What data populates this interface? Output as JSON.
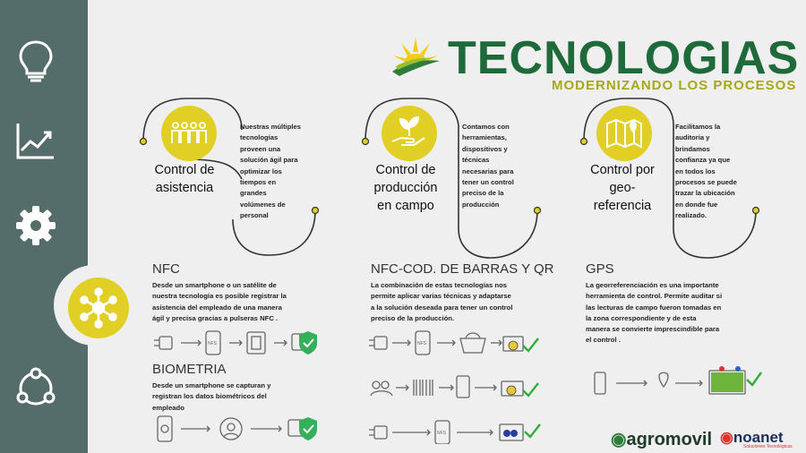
{
  "header": {
    "title": "TECNOLOGIAS",
    "subtitle": "MODERNIZANDO LOS PROCESOS"
  },
  "sidebar": {
    "items": [
      {
        "icon": "lightbulb-icon"
      },
      {
        "icon": "line-chart-icon"
      },
      {
        "icon": "gear-icon"
      },
      {
        "icon": "network-hub-icon",
        "active": true
      },
      {
        "icon": "share-cycle-icon"
      }
    ]
  },
  "cards": [
    {
      "title_line1": "Control de",
      "title_line2": "asistencia",
      "title_line3": "",
      "text": [
        "Nuestras múltiples",
        "tecnologías",
        "proveen una",
        "solución ágil para",
        "optimizar los",
        "tiempos en",
        "grandes",
        "volúmenes de",
        "personal"
      ]
    },
    {
      "title_line1": "Control de",
      "title_line2": "producción",
      "title_line3": "en campo",
      "text": [
        "Contamos con",
        "herramientas,",
        "dispositivos y",
        "técnicas",
        "necesarias para",
        "tener un control",
        "preciso de la",
        "producción"
      ]
    },
    {
      "title_line1": "Control por",
      "title_line2": "geo-",
      "title_line3": "referencia",
      "text": [
        "Facilitamos la",
        "auditoria y",
        "brindamos",
        "confianza ya que",
        "en todos los",
        "procesos se puede",
        "trazar la ubicación",
        "en donde fue",
        "realizado."
      ]
    }
  ],
  "sections": {
    "nfc": {
      "title": "NFC",
      "text": [
        "Desde un smartphone o un satélite de",
        "nuestra tecnología es posible registrar la",
        "asistencia del empleado de una manera",
        "ágil y precisa gracias a pulseras NFC ."
      ]
    },
    "biometria": {
      "title": "BIOMETRIA",
      "text": [
        "Desde un smartphone se capturan y",
        "registran los datos biométricos del",
        "empleado"
      ]
    },
    "barras": {
      "title": "NFC-COD. DE BARRAS Y QR",
      "text": [
        "La combinación de estas tecnologías nos",
        "permite aplicar varias técnicas y adaptarse",
        "a la solución deseada para tener un control",
        "preciso de la producción."
      ]
    },
    "gps": {
      "title": "GPS",
      "text": [
        "La georreferenciación es una importante",
        "herramienta de control. Permite auditar si",
        "las lecturas de campo fueron tomadas en",
        "la zona correspondiente y de esta",
        "manera se convierte imprescindible para",
        "el control ."
      ]
    }
  },
  "icon_labels": {
    "nfc": "NFS",
    "nfc2": "NFS"
  },
  "footer": {
    "brand1": "agromovil",
    "brand2": "noanet",
    "brand2_tagline": "Soluciones Tecnológicas"
  },
  "colors": {
    "sidebar": "#546d6a",
    "accent_yellow": "#e2cf26",
    "title_green": "#1f6a3a",
    "subtitle_olive": "#a6a81a",
    "check_green": "#2fae3a",
    "shield_green": "#35b05a"
  }
}
